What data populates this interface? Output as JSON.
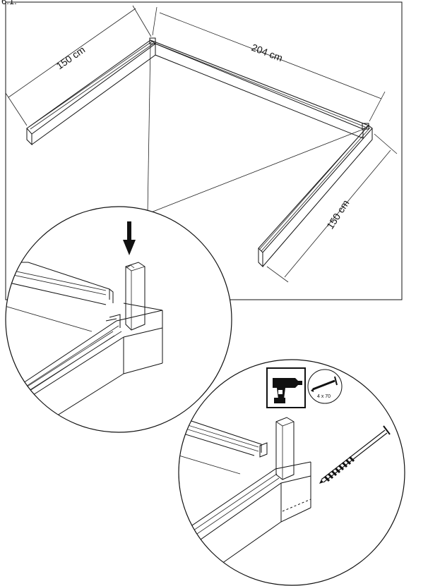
{
  "step_label": "6.1.",
  "dimensions": {
    "left": "150 cm",
    "back": "204 cm",
    "right": "150 cm"
  },
  "screw_spec": "4 x 70",
  "icons": [
    "drill-icon",
    "screw-icon",
    "arrow-down-icon"
  ]
}
